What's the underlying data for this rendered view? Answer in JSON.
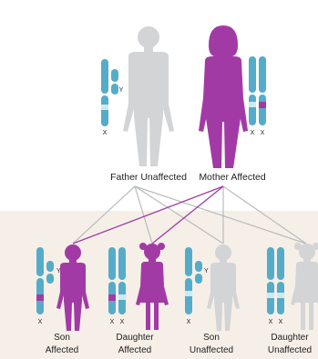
{
  "colors": {
    "affected": "#a23aa5",
    "unaffected": "#d2d4d6",
    "chromosome": "#55acc9",
    "chromosome_dark": "#3f97b8",
    "chromosome_band": "#cfe9f2",
    "mutation_band": "#a23aa5",
    "children_band_bg": "#f5efe7",
    "line_gray": "#b8bcbe",
    "line_purple": "#a23aa5"
  },
  "parents": {
    "father": {
      "label": "Father Unaffected",
      "status": "unaffected",
      "chromosome_labels": [
        "X",
        "Y"
      ]
    },
    "mother": {
      "label": "Mother Affected",
      "status": "affected",
      "chromosome_labels": [
        "X",
        "X"
      ]
    }
  },
  "children": [
    {
      "label_line1": "Son",
      "label_line2": "Affected",
      "status": "affected",
      "chromosome_labels": [
        "X",
        "Y"
      ]
    },
    {
      "label_line1": "Daughter",
      "label_line2": "Affected",
      "status": "affected",
      "chromosome_labels": [
        "X",
        "X"
      ]
    },
    {
      "label_line1": "Son",
      "label_line2": "Unaffected",
      "status": "unaffected",
      "chromosome_labels": [
        "X",
        "Y"
      ]
    },
    {
      "label_line1": "Daughter",
      "label_line2": "Unaffected",
      "status": "unaffected",
      "chromosome_labels": [
        "X",
        "X"
      ]
    }
  ]
}
